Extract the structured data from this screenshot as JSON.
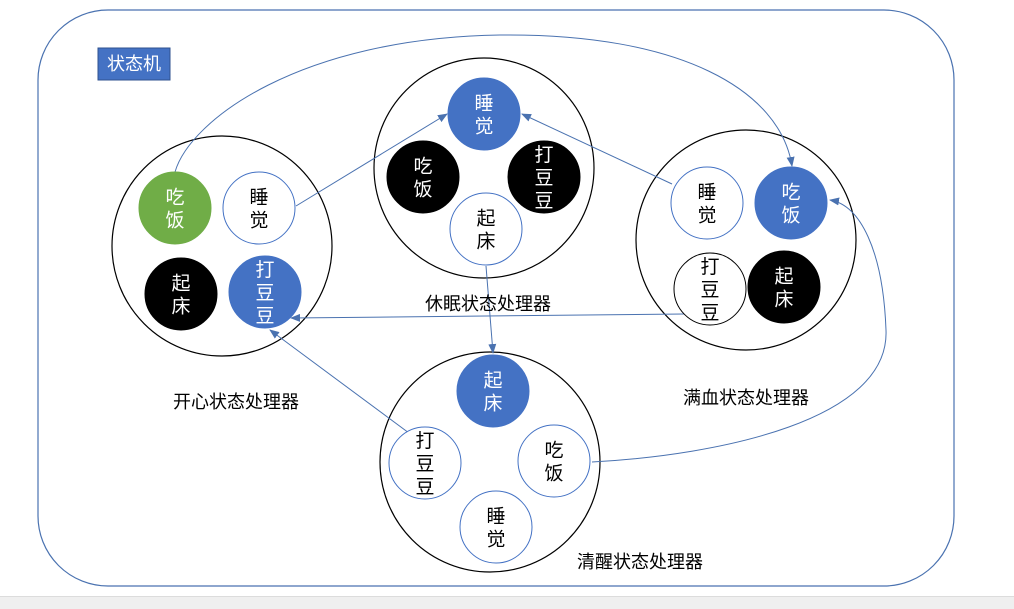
{
  "colors": {
    "frame": "#4a72b0",
    "title_bg": "#4472c4",
    "active_blue": "#4472c4",
    "current_green": "#70ad47",
    "black": "#000000",
    "white": "#ffffff",
    "arrow": "#4a72b0"
  },
  "title": "状态机",
  "handlers": {
    "happy": {
      "label": "开心状态处理器"
    },
    "sleepy": {
      "label": "休眠状态处理器"
    },
    "full": {
      "label": "满血状态处理器"
    },
    "awake": {
      "label": "清醒状态处理器"
    }
  },
  "states": {
    "happy_eat": {
      "label": "吃饭",
      "lines": [
        "吃",
        "饭"
      ]
    },
    "happy_sleep": {
      "label": "睡觉",
      "lines": [
        "睡",
        "觉"
      ]
    },
    "happy_getup": {
      "label": "起床",
      "lines": [
        "起",
        "床"
      ]
    },
    "happy_beans": {
      "label": "打豆豆",
      "lines": [
        "打",
        "豆",
        "豆"
      ]
    },
    "sleepy_sleep": {
      "label": "睡觉",
      "lines": [
        "睡",
        "觉"
      ]
    },
    "sleepy_eat": {
      "label": "吃饭",
      "lines": [
        "吃",
        "饭"
      ]
    },
    "sleepy_beans": {
      "label": "打豆豆",
      "lines": [
        "打",
        "豆",
        "豆"
      ]
    },
    "sleepy_getup": {
      "label": "起床",
      "lines": [
        "起",
        "床"
      ]
    },
    "full_sleep": {
      "label": "睡觉",
      "lines": [
        "睡",
        "觉"
      ]
    },
    "full_eat": {
      "label": "吃饭",
      "lines": [
        "吃",
        "饭"
      ]
    },
    "full_beans": {
      "label": "打豆豆",
      "lines": [
        "打",
        "豆",
        "豆"
      ]
    },
    "full_getup": {
      "label": "起床",
      "lines": [
        "起",
        "床"
      ]
    },
    "awake_getup": {
      "label": "起床",
      "lines": [
        "起",
        "床"
      ]
    },
    "awake_beans": {
      "label": "打豆豆",
      "lines": [
        "打",
        "豆",
        "豆"
      ]
    },
    "awake_eat": {
      "label": "吃饭",
      "lines": [
        "吃",
        "饭"
      ]
    },
    "awake_sleep": {
      "label": "睡觉",
      "lines": [
        "睡",
        "觉"
      ]
    }
  }
}
